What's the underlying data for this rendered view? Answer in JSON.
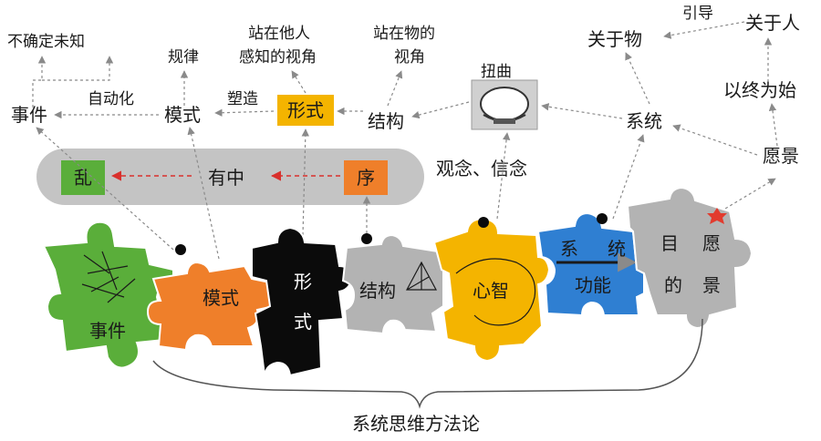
{
  "top_labels": {
    "uncertain": "不确定未知",
    "law": "规律",
    "others_perspective_1": "站在他人",
    "others_perspective_2": "感知的视角",
    "object_perspective_1": "站在物的",
    "object_perspective_2": "视角",
    "guide": "引导",
    "about_object": "关于物",
    "about_person": "关于人",
    "begin_with_end": "以终为始"
  },
  "middle_labels": {
    "event": "事件",
    "automation": "自动化",
    "pattern": "模式",
    "shape": "塑造",
    "form": "形式",
    "structure": "结构",
    "distortion": "扭曲",
    "system": "系统",
    "vision": "愿景",
    "beliefs": "观念、信念"
  },
  "band": {
    "chaos": "乱",
    "in_between": "有中",
    "order": "序"
  },
  "puzzle": {
    "event": "事件",
    "pattern": "模式",
    "form_1": "形",
    "form_2": "式",
    "structure": "结构",
    "mind": "心智",
    "sys_1": "系",
    "sys_2": "统",
    "function": "功能",
    "vision_1": "目",
    "vision_2": "愿",
    "vision_3": "的",
    "vision_4": "景"
  },
  "footer": {
    "title": "系统思维方法论"
  },
  "colors": {
    "green": "#5aae3a",
    "orange": "#ef7f2a",
    "black": "#0b0b0b",
    "gray": "#b3b3b3",
    "yellow": "#f4b400",
    "blue": "#2f7fd2",
    "band": "#c4c4c4",
    "red_arrow": "#d9302c",
    "star": "#e23b2e"
  }
}
